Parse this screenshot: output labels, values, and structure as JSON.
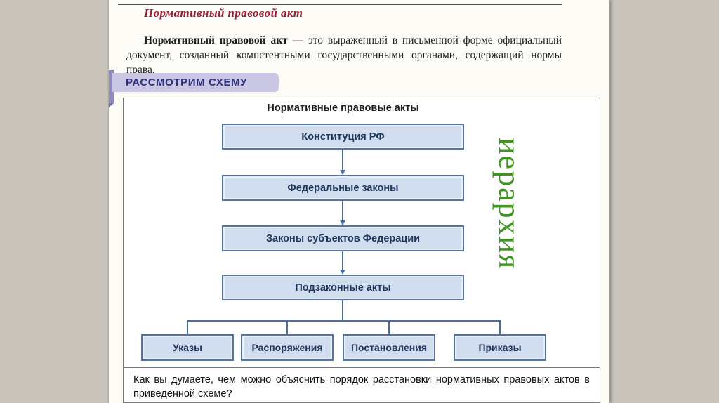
{
  "definition": {
    "title": "Нормативный правовой акт",
    "lead": "Нормативный правовой акт",
    "rest": " — это выраженный в письменной форме официальный документ, созданный компетентными государственными органами, содержащий нормы права."
  },
  "banner": {
    "label": "РАССМОТРИМ СХЕМУ"
  },
  "diagram": {
    "title": "Нормативные правовые акты",
    "levels": [
      "Конституция РФ",
      "Федеральные законы",
      "Законы субъектов Федерации",
      "Подзаконные акты"
    ],
    "sublaws": [
      "Указы",
      "Распоряжения",
      "Постановления",
      "Приказы"
    ],
    "side_label": "иерархия"
  },
  "question": {
    "text": "Как вы думаете, чем можно объяснить порядок расстановки нормативных правовых актов в приведённой схеме?"
  },
  "colors": {
    "background_gray": "#c8c4bc",
    "page_bg": "#fcfbf6",
    "heading_red": "#971d33",
    "banner_bg": "#c9c7e4",
    "banner_text": "#2e2f7d",
    "banner_strip": "#8d8bc0",
    "box_fill": "#cfddee",
    "box_border": "#55749f",
    "box_text": "#20355c",
    "connector_blue": "#4a6da0",
    "side_label_green": "#3f9321"
  }
}
